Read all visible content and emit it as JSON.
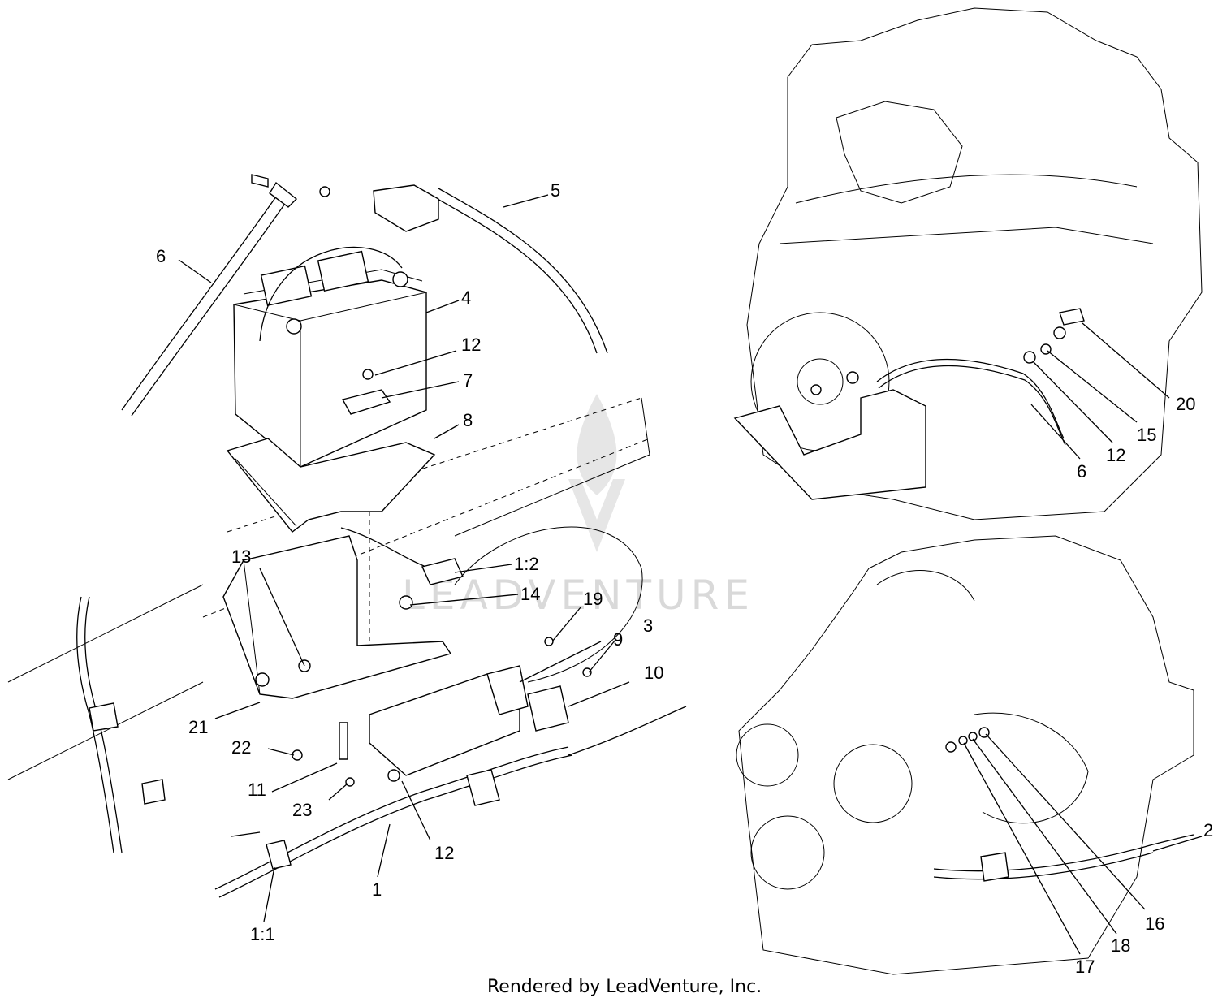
{
  "footer": "Rendered by LeadVenture, Inc.",
  "watermark": "LEADVENTURE",
  "callouts": [
    {
      "id": "c-5",
      "label": "5"
    },
    {
      "id": "c-6a",
      "label": "6"
    },
    {
      "id": "c-4",
      "label": "4"
    },
    {
      "id": "c-12a",
      "label": "12"
    },
    {
      "id": "c-7",
      "label": "7"
    },
    {
      "id": "c-8",
      "label": "8"
    },
    {
      "id": "c-12b",
      "label": "1:2"
    },
    {
      "id": "c-13",
      "label": "13"
    },
    {
      "id": "c-14",
      "label": "14"
    },
    {
      "id": "c-19",
      "label": "19"
    },
    {
      "id": "c-9",
      "label": "9"
    },
    {
      "id": "c-3",
      "label": "3"
    },
    {
      "id": "c-10",
      "label": "10"
    },
    {
      "id": "c-21",
      "label": "21"
    },
    {
      "id": "c-22",
      "label": "22"
    },
    {
      "id": "c-11",
      "label": "11"
    },
    {
      "id": "c-23",
      "label": "23"
    },
    {
      "id": "c-12c",
      "label": "12"
    },
    {
      "id": "c-1",
      "label": "1"
    },
    {
      "id": "c-1-1",
      "label": "1:1"
    },
    {
      "id": "c-20",
      "label": "20"
    },
    {
      "id": "c-15",
      "label": "15"
    },
    {
      "id": "c-12d",
      "label": "12"
    },
    {
      "id": "c-6b",
      "label": "6"
    },
    {
      "id": "c-2",
      "label": "2"
    },
    {
      "id": "c-16",
      "label": "16"
    },
    {
      "id": "c-18",
      "label": "18"
    },
    {
      "id": "c-17",
      "label": "17"
    }
  ]
}
